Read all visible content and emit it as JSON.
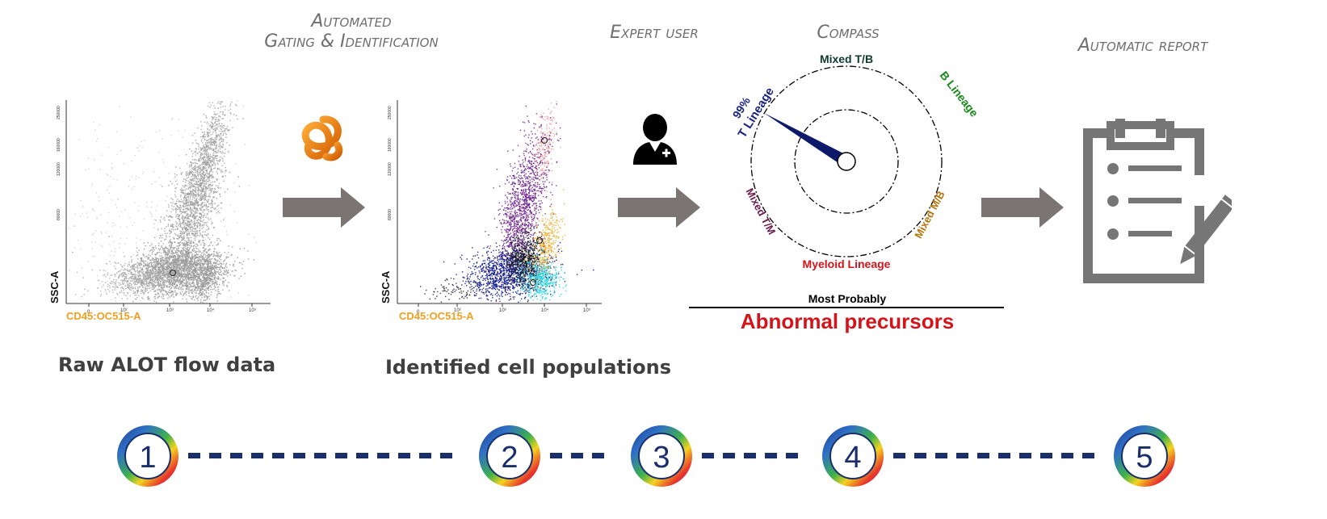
{
  "steps": {
    "gating_title_line1": "Automated",
    "gating_title_line2": "Gating & Identification",
    "expert_title": "Expert user",
    "compass_title": "Compass",
    "report_title": "Automatic report"
  },
  "plots": {
    "raw": {
      "x_label": "CD45:OC515-A",
      "y_label": "SSC-A",
      "caption": "Raw ALOT flow data",
      "x_ticks": [
        "0",
        "10²",
        "10³",
        "10⁴",
        "10⁵"
      ],
      "y_ticks": [
        "250000",
        "160000",
        "120000",
        "80000"
      ]
    },
    "identified": {
      "x_label": "CD45:OC515-A",
      "y_label": "SSC-A",
      "caption": "Identified cell populations",
      "x_ticks": [
        "0",
        "10²",
        "10³",
        "10⁴",
        "10⁵"
      ],
      "y_ticks": [
        "250000",
        "160000",
        "120000",
        "80000"
      ]
    }
  },
  "compass": {
    "labels": {
      "mixed_tb": "Mixed T/B",
      "b_lineage": "B Lineage",
      "mixed_mb": "Mixed M/B",
      "myeloid": "Myeloid Lineage",
      "mixed_tm": "Mixed T/M",
      "t_lineage": "T Lineage",
      "percent": "99%"
    },
    "colors": {
      "mixed_tb": "#0d3b2e",
      "b_lineage": "#1a8a1a",
      "mixed_mb": "#b5730a",
      "myeloid": "#d4141a",
      "mixed_tm": "#6b1a4a",
      "t_lineage": "#1a237e"
    },
    "conclusion_label": "Most Probably",
    "conclusion_value": "Abnormal precursors"
  },
  "timeline": {
    "numbers": [
      "1",
      "2",
      "3",
      "4",
      "5"
    ],
    "dash_color": "#1a2f6a"
  },
  "icons": [
    "knot-logo-icon",
    "doctor-icon",
    "clipboard-report-icon",
    "arrow-right-icon"
  ]
}
